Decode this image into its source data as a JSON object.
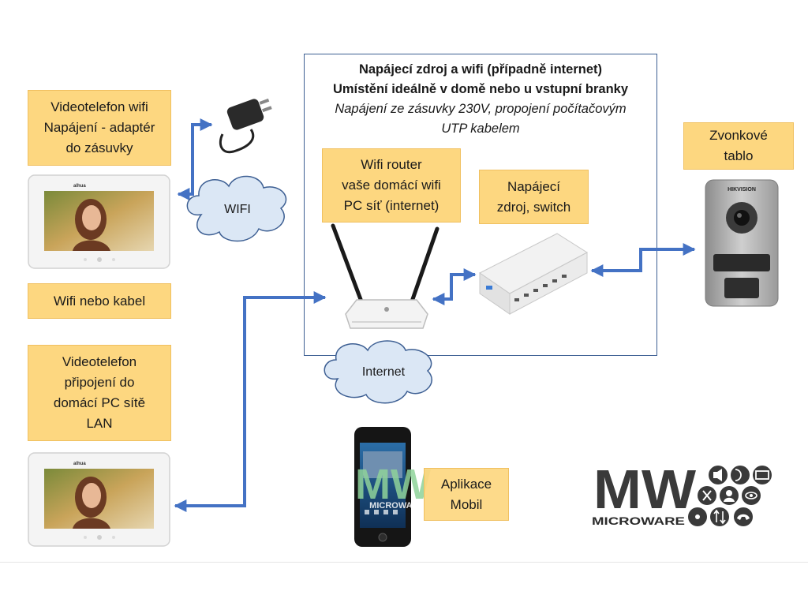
{
  "main_box": {
    "line1": "Napájecí zdroj a wifi (případně internet)",
    "line2": "Umístění ideálně v domě nebo u vstupní branky",
    "line3": "Napájení ze zásuvky 230V, propojení počítačovým",
    "line4": "UTP kabelem"
  },
  "labels": {
    "videophone_wifi": "Videotelefon wifi\nNapájení - adaptér\ndo zásuvky",
    "wifi_or_cable": "Wifi nebo kabel",
    "videophone_lan": "Videotelefon\npřipojení do\ndomácí PC sítě\nLAN",
    "router": "Wifi router\nvaše domácí wifi\nPC síť (internet)",
    "power_switch": "Napájecí\nzdroj, switch",
    "doorbell": "Zvonkové\ntablo",
    "app": "Aplikace\nMobil"
  },
  "clouds": {
    "wifi": "WIFI",
    "internet": "Internet"
  },
  "logo": {
    "letters": "MW",
    "brand": "MICROWARE"
  },
  "device_brands": {
    "videophone": "alhua",
    "doorbell": "HIKVISION"
  },
  "colors": {
    "label_fill": "#fdd780",
    "connector": "#4472c4",
    "frame": "#3d5f93",
    "cloud": "#dbe7f5"
  }
}
